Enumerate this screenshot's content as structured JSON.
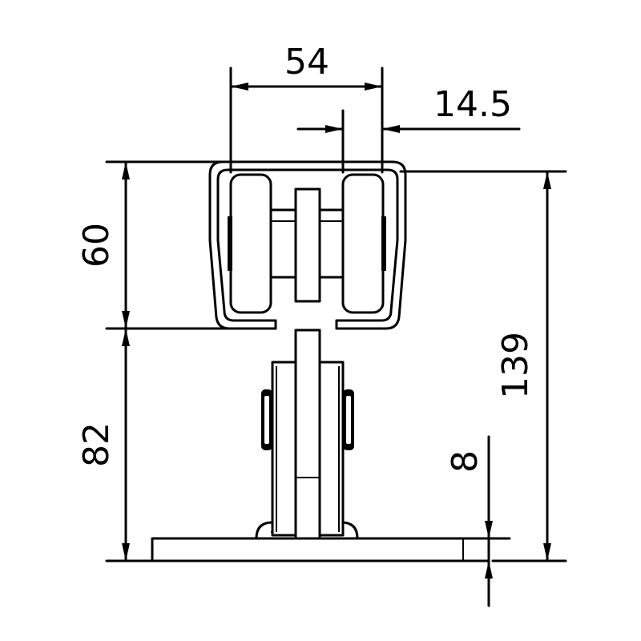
{
  "drawing": {
    "dimensions": {
      "width_outer": "54",
      "wheel_offset": "14.5",
      "carriage_height": "60",
      "hanger_height": "82",
      "total_height": "139",
      "plate_thickness": "8"
    }
  }
}
